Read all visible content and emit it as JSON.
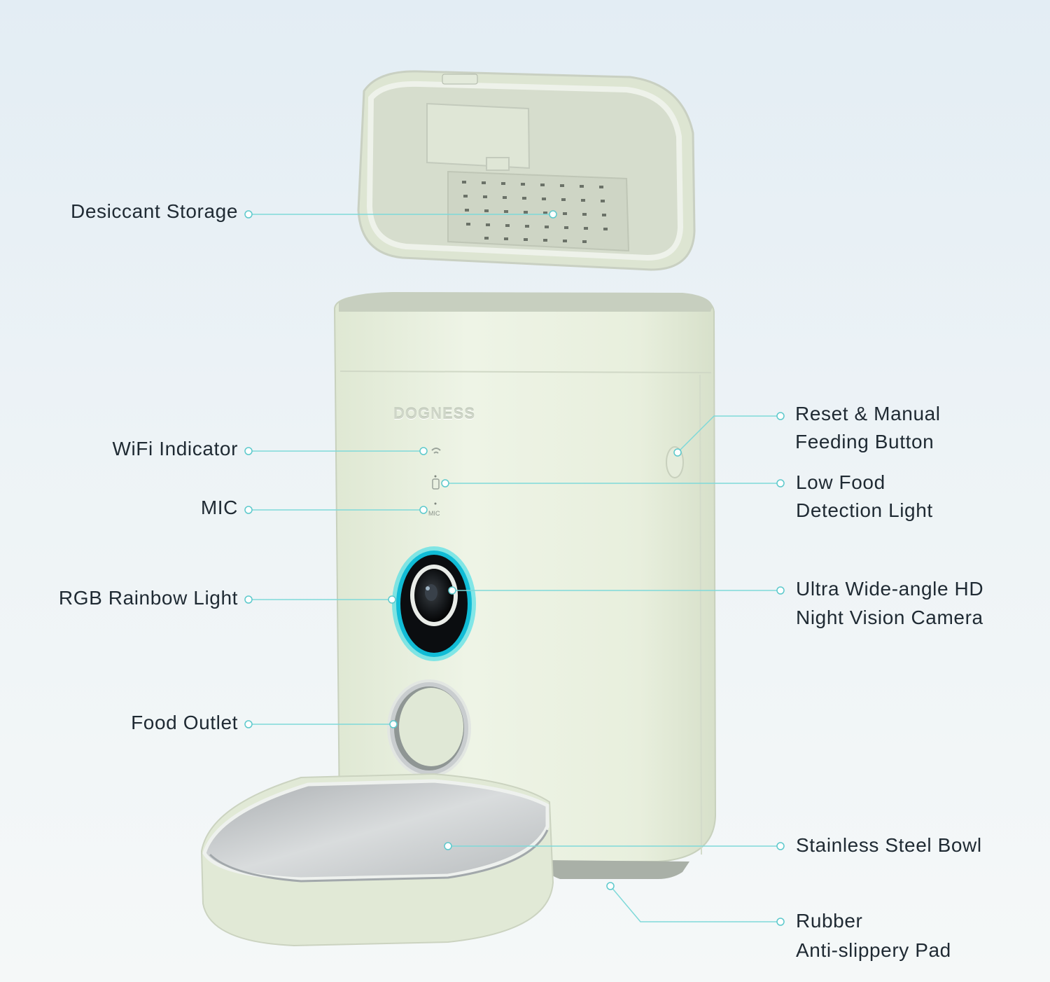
{
  "brand": "DOGNESS",
  "mic_marking": "MIC",
  "labels": {
    "desiccant": "Desiccant Storage",
    "wifi": "WiFi Indicator",
    "mic": "MIC",
    "rgb": "RGB Rainbow Light",
    "outlet": "Food Outlet",
    "reset_line1": "Reset & Manual",
    "reset_line2": "Feeding Button",
    "lowfood_line1": "Low Food",
    "lowfood_line2": "Detection Light",
    "camera_line1": "Ultra Wide-angle HD",
    "camera_line2": "Night Vision Camera",
    "bowl": "Stainless Steel Bowl",
    "pad_line1": "Rubber",
    "pad_line2": "Anti-slippery Pad"
  },
  "colors": {
    "body": "#e8f0de",
    "leader_line": "#7fd9d9",
    "ring": "#33d4e6",
    "steel": "#c9ccce"
  }
}
